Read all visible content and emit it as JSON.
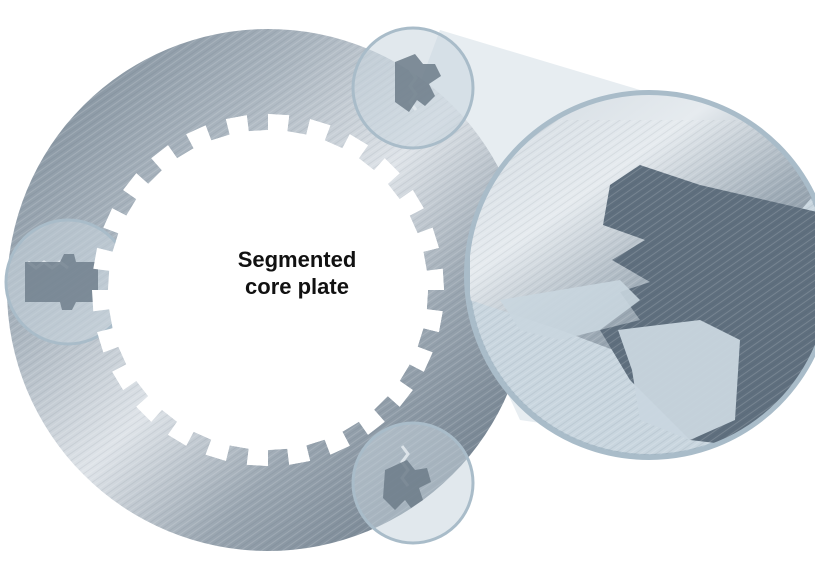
{
  "diagram": {
    "label_line1": "Segmented",
    "label_line2": "core plate"
  },
  "colors": {
    "steel_dark": "#5d6d7c",
    "steel_mid": "#8e9aa6",
    "steel_light": "#d8dee4",
    "magnifier_fill": "#c9d6df",
    "magnifier_rim": "#a9bcc9",
    "magnifier_beam": "#e3eaef",
    "text": "#111111"
  },
  "plate": {
    "segment_count": 4,
    "inner_tooth_count": 26
  },
  "magnifiers": [
    {
      "name": "magnifier-top-right"
    },
    {
      "name": "magnifier-left"
    },
    {
      "name": "magnifier-bottom"
    }
  ],
  "zoom_view": {
    "name": "zoom-detail"
  }
}
